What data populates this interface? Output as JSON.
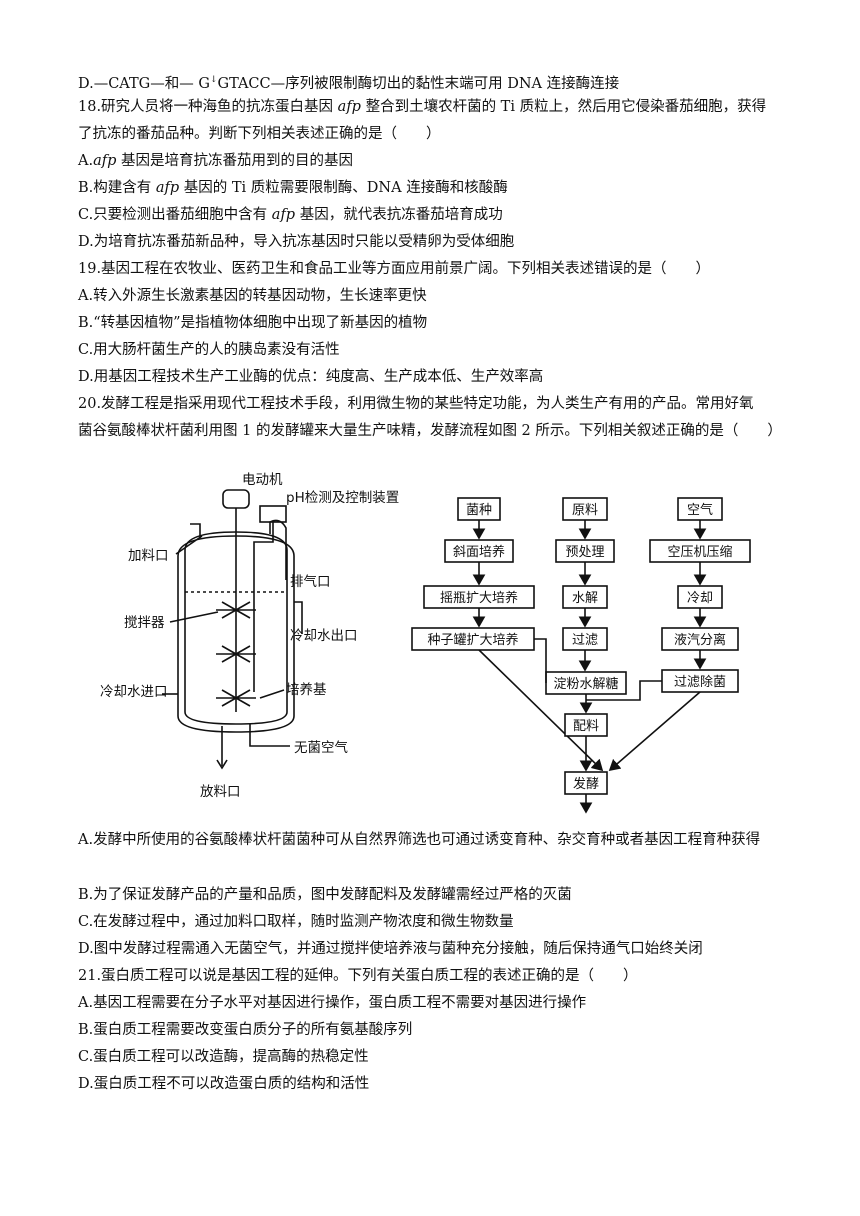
{
  "lines": {
    "q17d": "D.—CATG—和— G",
    "q17d_mark": "↓",
    "q17d_rest": "GTACC—序列被限制酶切出的黏性末端可用 DNA 连接酶连接",
    "q18_a": "18.研究人员将一种海鱼的抗冻蛋白基因 ",
    "q18_gene": "afp",
    "q18_b": " 整合到土壤农杆菌的 Ti 质粒上，然后用它侵染番茄细胞，获得",
    "q18_c": "了抗冻的番茄品种。判断下列相关表述正确的是（　　）",
    "q18A_a": "A.",
    "q18A_gene": "afp",
    "q18A_b": " 基因是培育抗冻番茄用到的目的基因",
    "q18B_a": "B.构建含有 ",
    "q18B_gene": "afp",
    "q18B_b": " 基因的 Ti 质粒需要限制酶、DNA 连接酶和核酸酶",
    "q18C_a": "C.只要检测出番茄细胞中含有 ",
    "q18C_gene": "afp",
    "q18C_b": " 基因，就代表抗冻番茄培育成功",
    "q18D": "D.为培育抗冻番茄新品种，导入抗冻基因时只能以受精卵为受体细胞",
    "q19": "19.基因工程在农牧业、医药卫生和食品工业等方面应用前景广阔。下列相关表述错误的是（　　）",
    "q19A": "A.转入外源生长激素基因的转基因动物，生长速率更快",
    "q19B": "B.“转基因植物”是指植物体细胞中出现了新基因的植物",
    "q19C": "C.用大肠杆菌生产的人的胰岛素没有活性",
    "q19D": "D.用基因工程技术生产工业酶的优点：纯度高、生产成本低、生产效率高",
    "q20_a": "20.发酵工程是指采用现代工程技术手段，利用微生物的某些特定功能，为人类生产有用的产品。常用好氧",
    "q20_b": "菌谷氨酸棒状杆菌利用图 1 的发酵罐来大量生产味精，发酵流程如图 2 所示。下列相关叙述正确的是（　　）",
    "q20A": "A.发酵中所使用的谷氨酸棒状杆菌菌种可从自然界筛选也可通过诱变育种、杂交育种或者基因工程育种获得",
    "q20B": "B.为了保证发酵产品的产量和品质，图中发酵配料及发酵罐需经过严格的灭菌",
    "q20C": "C.在发酵过程中，通过加料口取样，随时监测产物浓度和微生物数量",
    "q20D": "D.图中发酵过程需通入无菌空气，并通过搅拌使培养液与菌种充分接触，随后保持通气口始终关闭",
    "q21": "21.蛋白质工程可以说是基因工程的延伸。下列有关蛋白质工程的表述正确的是（　　）",
    "q21A": "A.基因工程需要在分子水平对基因进行操作，蛋白质工程不需要对基因进行操作",
    "q21B": "B.蛋白质工程需要改变蛋白质分子的所有氨基酸序列",
    "q21C": "C.蛋白质工程可以改造酶，提高酶的热稳定性",
    "q21D": "D.蛋白质工程不可以改造蛋白质的结构和活性"
  },
  "fig1": {
    "motor": "电动机",
    "ph": "pH检测及控制装置",
    "feed": "加料口",
    "exhaust": "排气口",
    "stirrer": "搅拌器",
    "cool_out": "冷却水出口",
    "cool_in": "冷却水进口",
    "medium": "培养基",
    "sterile_air": "无菌空气",
    "discharge": "放料口"
  },
  "fig2": {
    "strain": "菌种",
    "slant": "斜面培养",
    "shake": "摇瓶扩大培养",
    "seed": "种子罐扩大培养",
    "raw": "原料",
    "pretreat": "预处理",
    "hydro": "水解",
    "filter": "过滤",
    "starch": "淀粉水解糖",
    "mix": "配料",
    "ferment": "发酵",
    "air": "空气",
    "compress": "空压机压缩",
    "cool": "冷却",
    "separate": "液汽分离",
    "sterilize": "过滤除菌"
  }
}
